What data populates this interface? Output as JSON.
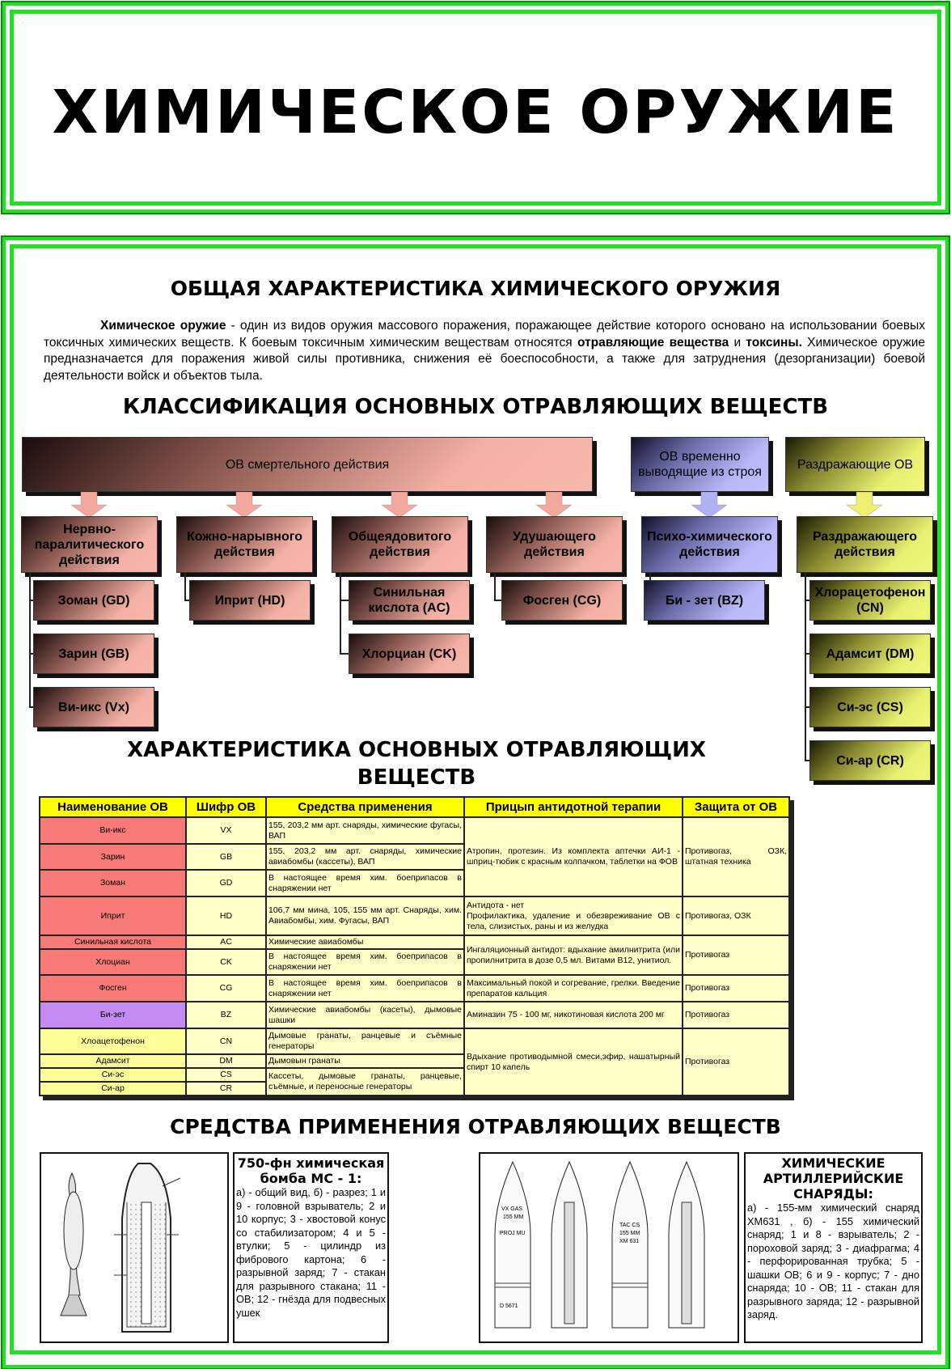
{
  "title": "ХИМИЧЕСКОЕ ОРУЖИЕ",
  "section1": {
    "heading": "ОБЩАЯ ХАРАКТЕРИСТИКА ХИМИЧЕСКОГО ОРУЖИЯ",
    "p": [
      "Химическое оружие",
      " - один из видов оружия массового поражения, поражающее действие которого основано на использовании боевых токсичных химических веществ. К боевым токсичным химическим веществам относятся ",
      "отравляющие вещества",
      " и ",
      "токсины.",
      " Химическое оружие предназначается для поражения живой силы противника, снижения её боеспособности, а также для затруднения (дезорганизации) боевой деятельности войск и объектов тыла."
    ]
  },
  "classification": {
    "heading": "КЛАССИФИКАЦИЯ  ОСНОВНЫХ ОТРАВЛЯЮЩИХ ВЕЩЕСТВ",
    "top": [
      "ОВ смертельного действия",
      "ОВ временно выводящие из строя",
      "Раздражающие ОВ"
    ],
    "groups": [
      "Нервно-паралитического действия",
      "Кожно-нарывного действия",
      "Общеядовитого действия",
      "Удушающего действия",
      "Психо-химического действия",
      "Раздражающего действия"
    ],
    "leaves": [
      [
        "Зоман (GD)",
        "Зарин (GB)",
        "Ви-икс (Vx)"
      ],
      [
        "Иприт (HD)"
      ],
      [
        "Синильная кислота (AC)",
        "Хлорциан (CK)"
      ],
      [
        "Фосген (CG)"
      ],
      [
        "Би - зет (BZ)"
      ],
      [
        "Хлорацетофенон (CN)",
        "Адамсит (DM)",
        "Си-эс (CS)",
        "Си-ар (CR)"
      ]
    ]
  },
  "characteristics": {
    "heading": "ХАРАКТЕРИСТИКА  ОСНОВНЫХ ОТРАВЛЯЮЩИХ ВЕЩЕСТВ",
    "columns": [
      "Наименование ОВ",
      "Шифр ОВ",
      "Средства применения",
      "Прицып антидотной терапии",
      "Защита от ОВ"
    ],
    "rows": [
      {
        "name": "Ви-икс",
        "code": "VX",
        "means": "155, 203,2 мм арт. снаряды, химические фугасы, ВАП"
      },
      {
        "name": "Зарин",
        "code": "GB",
        "means": "155, 203,2 мм арт. снаряды, химические авиабомбы (кассеты), ВАП"
      },
      {
        "name": "Зоман",
        "code": "GD",
        "means": "В настоящее время хим. боеприпасов в снаряжении нет"
      },
      {
        "name": "Иприт",
        "code": "HD",
        "means": "106,7 мм мина, 105, 155 мм арт. Снаряды, хим. Авиабомбы, хим. Фугасы, ВАП"
      },
      {
        "name": "Синильная кислота",
        "code": "AC",
        "means": "Химические авиабомбы"
      },
      {
        "name": "Хлоциан",
        "code": "CK",
        "means": "В настоящее время хим. боеприпасов в снаряжении нет"
      },
      {
        "name": "Фосген",
        "code": "CG",
        "means": "В настоящее время хим. боеприпасов в снаряжении нет"
      },
      {
        "name": "Би-зет",
        "code": "BZ",
        "means": "Химические авиабомбы (касеты), дымовые шашки"
      },
      {
        "name": "Хлоацетофенон",
        "code": "CN",
        "means": "Дымовые гранаты, ранцевые и съёмные генераторы"
      },
      {
        "name": "Адамсит",
        "code": "DM",
        "means": "Дымовын гранаты"
      },
      {
        "name": "Си-эс",
        "code": "CS",
        "means": "Кассеты, дымовые гранаты, ранцевые, съёмные, и переносные генераторы"
      },
      {
        "name": "Си-ар",
        "code": "CR"
      }
    ],
    "antidote": [
      "Атропин, протезин. Из комплекта аптечки АИ-1 - шприц-тюбик с красным колпачком, таблетки на ФОВ",
      "Антидота - нет",
      "Профилактика, удаление и обезвреживание ОВ с тела, слизистых, раны и из желудка",
      "Ингаляционный антидот: вдыхание амилнитрита (или пропилнитрита в дозе 0,5 мл. Витами В12, унитиол.",
      "Максимальный покой и согревание, грелки. Введение препаратов кальция",
      "Аминазин 75 - 100 мг, никотиновая кислота 200 мг",
      "Вдыхание противодымной смеси,эфир, нашатырный спирт 10 капель"
    ],
    "protection": [
      "Противогаз, ОЗК, штатная техника",
      "Противогаз, ОЗК",
      "Противогаз",
      "Противогаз",
      "Противогаз",
      "Противогаз"
    ],
    "colors": {
      "lethal": "#f87a78",
      "incapacitating": "#c48cf2",
      "irritant": "#ffff9a",
      "header": "#ffff00"
    }
  },
  "means": {
    "heading": "СРЕДСТВА ПРИМЕНЕНИЯ ОТРАВЛЯЮЩИХ ВЕЩЕСТВ",
    "bomb": {
      "title": "750-фн химическая бомба МС - 1:",
      "text": "а) - общий вид, б) - разрез; 1 и 9 - головной взрыватель; 2 и 10 корпус; 3 - хвостовой конус со стабилизатором; 4 и 5 - втулки; 5 - цилиндр из фибрового картона; 6 - разрывной заряд; 7 - стакан для разрывного стакана; 11 - ОВ; 12 - гнёзда для подвесных ушек"
    },
    "shells": {
      "title": "ХИМИЧЕСКИЕ АРТИЛЛЕРИЙСКИЕ СНАРЯДЫ:",
      "text": "а) - 155-мм химический снаряд ХМ631 , б) - 155 химический снаряд; 1 и 8 - взрыватель; 2 - пороховой заряд; 3 - диафрагма; 4 - перфорированная трубка; 5 - шашки ОВ; 6 и 9 - корпус; 7 - дно снаряда; 10 - ОВ; 11 - стакан для разрывного заряда; 12 - разрывной заряд."
    },
    "shell_labels": [
      "VX GAS",
      "155 MM",
      "PROJ MU",
      "D 5671",
      "TAC CS",
      "155 MM",
      "XM 631"
    ]
  },
  "frame_color": "#22e022"
}
